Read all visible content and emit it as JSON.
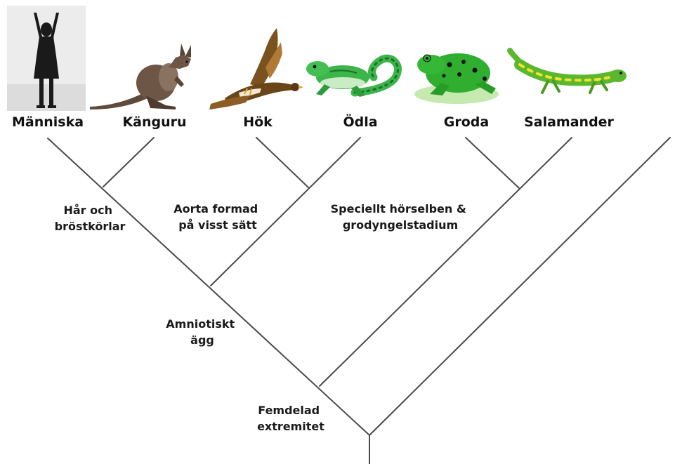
{
  "taxa": [
    {
      "id": "manniska",
      "label": "Människa",
      "icon": "human-silhouette-icon"
    },
    {
      "id": "kanguru",
      "label": "Känguru",
      "icon": "kangaroo-icon"
    },
    {
      "id": "hok",
      "label": "Hök",
      "icon": "hawk-icon"
    },
    {
      "id": "odla",
      "label": "Ödla",
      "icon": "lizard-icon"
    },
    {
      "id": "groda",
      "label": "Groda",
      "icon": "frog-icon"
    },
    {
      "id": "salamander",
      "label": "Salamander",
      "icon": "salamander-icon"
    }
  ],
  "traits": {
    "har_och_brostkorlar": [
      "Hår och",
      "bröstkörlar"
    ],
    "aorta": [
      "Aorta formad",
      "på visst sätt"
    ],
    "horselben": [
      "Speciellt hörselben &",
      "grodyngelstadium"
    ],
    "amniotiskt_agg": [
      "Amniotiskt",
      "ägg"
    ],
    "femdelad": [
      "Femdelad",
      "extremitet"
    ]
  },
  "colors": {
    "branch": "#4a4a4a",
    "frog_green": "#2fae2f",
    "lizard_green": "#3cb54a",
    "salamander_green": "#5bb82e",
    "salamander_yellow": "#f2e22b",
    "kangaroo_brown": "#5f4a3a",
    "hawk_brown": "#7a5220",
    "human_dark": "#1a1a1a"
  }
}
